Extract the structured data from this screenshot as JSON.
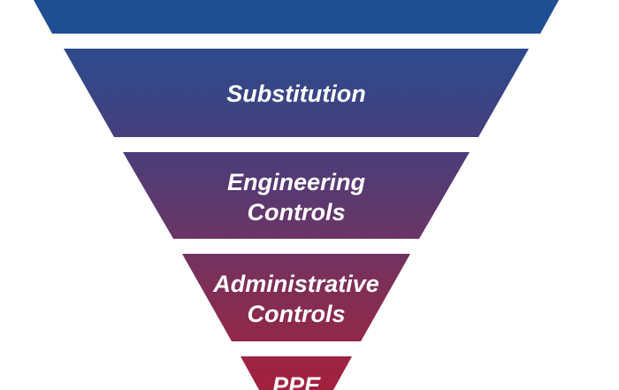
{
  "diagram": {
    "tiers": [
      {
        "id": "elimination",
        "lines": []
      },
      {
        "id": "substitution",
        "lines": [
          "Substitution"
        ]
      },
      {
        "id": "engineering-controls",
        "lines": [
          "Engineering",
          "Controls"
        ]
      },
      {
        "id": "administrative-controls",
        "lines": [
          "Administrative",
          "Controls"
        ]
      },
      {
        "id": "ppe",
        "lines": [
          "PPE"
        ]
      }
    ],
    "colors": {
      "top": "#1f4e93",
      "upper_middle": "#463f7e",
      "middle": "#6b3565",
      "lower": "#8d2a4e",
      "bottom": "#a3203d",
      "text": "#ffffff",
      "background": "#ffffff"
    }
  }
}
